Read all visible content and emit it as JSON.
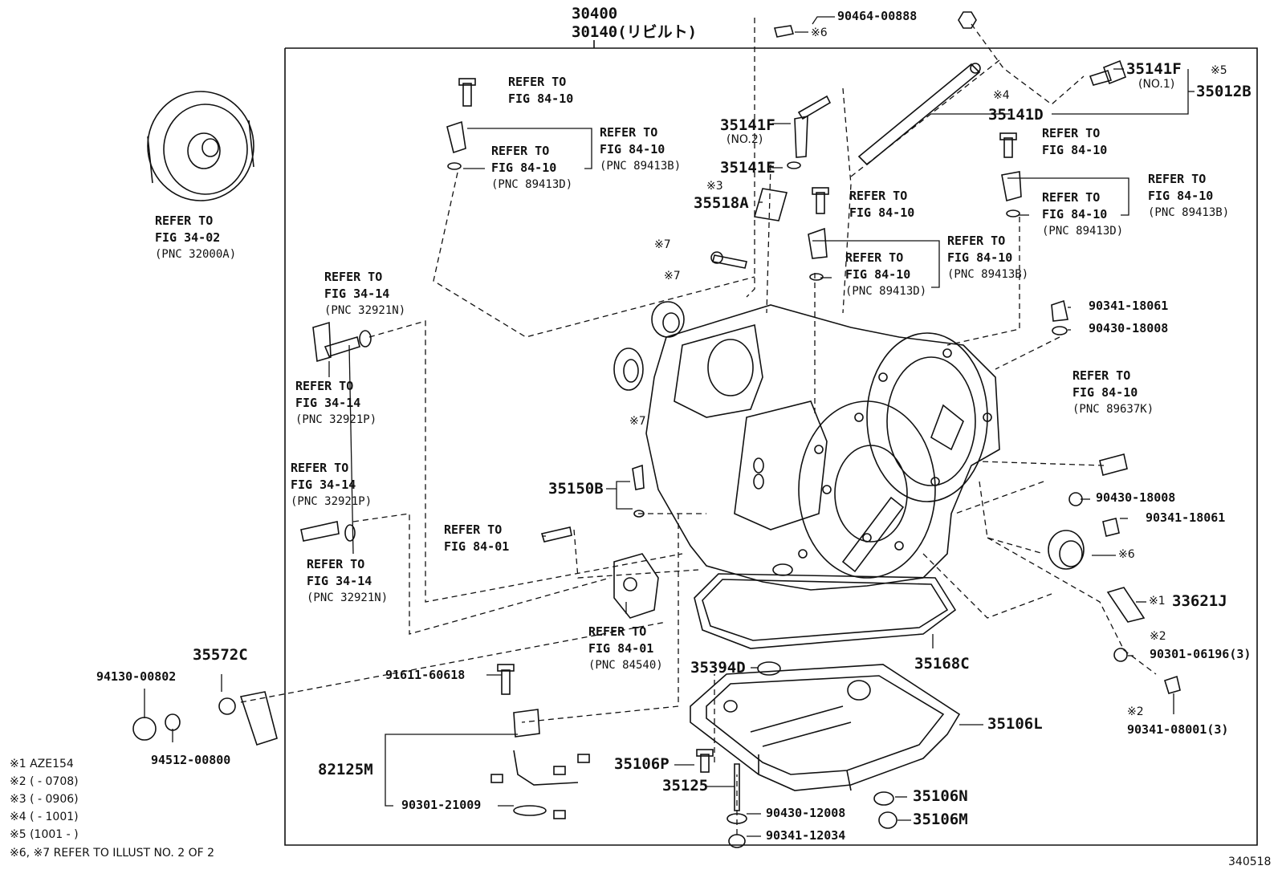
{
  "header": {
    "pnc_main": "30400",
    "pnc_rebuilt": "30140(リビルト)"
  },
  "refs": {
    "converter": [
      "REFER TO",
      "FIG 34-02",
      "(PNC 32000A)"
    ],
    "bolt_tl": [
      "REFER TO",
      "FIG 84-10"
    ],
    "sensor_tl_inner": [
      "REFER TO",
      "FIG 84-10",
      "(PNC 89413D)"
    ],
    "sensor_tl_outer": [
      "REFER TO",
      "FIG 84-10",
      "(PNC 89413B)"
    ],
    "hose_top": [
      "REFER TO",
      "FIG 34-14",
      "(PNC 32921N)"
    ],
    "hose_mid": [
      "REFER TO",
      "FIG 34-14",
      "(PNC 32921P)"
    ],
    "hose2_top": [
      "REFER TO",
      "FIG 34-14",
      "(PNC 32921P)"
    ],
    "hose2_bot": [
      "REFER TO",
      "FIG 34-14",
      "(PNC 32921N)"
    ],
    "bolt_c": [
      "REFER TO",
      "FIG 84-10"
    ],
    "sensor_c_inner": [
      "REFER TO",
      "FIG 84-10",
      "(PNC 89413D)"
    ],
    "sensor_c_outer": [
      "REFER TO",
      "FIG 84-10",
      "(PNC 89413B)"
    ],
    "bolt_r": [
      "REFER TO",
      "FIG 84-10"
    ],
    "sensor_r_inner": [
      "REFER TO",
      "FIG 84-10",
      "(PNC 89413D)"
    ],
    "sensor_r_outer": [
      "REFER TO",
      "FIG 84-10",
      "(PNC 89413B)"
    ],
    "switch_r": [
      "REFER TO",
      "FIG 84-10",
      "(PNC 89637K)"
    ],
    "bolt_l": [
      "REFER TO",
      "FIG 84-01"
    ],
    "valve_l": [
      "REFER TO",
      "FIG 84-01",
      "(PNC 84540)"
    ]
  },
  "parts": {
    "p90464": "90464-00888",
    "mark6": "※6",
    "p35141F_no1": "35141F",
    "mark5": "※5",
    "no1": "(NO.1)",
    "p35012B": "35012B",
    "mark4": "※4",
    "p35141D": "35141D",
    "p35141F_no2": "35141F",
    "no2": "(NO.2)",
    "p35141E": "35141E",
    "mark3": "※3",
    "p35518A": "35518A",
    "mark7a": "※7",
    "mark7b": "※7",
    "mark7c": "※7",
    "p35150B": "35150B",
    "p90341_18061a": "90341-18061",
    "p90430_18008a": "90430-18008",
    "p90430_18008b": "90430-18008",
    "p90341_18061b": "90341-18061",
    "mark6b": "※6",
    "mark1": "※1",
    "p33621J": "33621J",
    "mark2a": "※2",
    "p90301_06196": "90301-06196(3)",
    "mark2b": "※2",
    "p90341_08001": "90341-08001(3)",
    "p35572C": "35572C",
    "p94130": "94130-00802",
    "p94512": "94512-00800",
    "p91611": "91611-60618",
    "p35394D": "35394D",
    "p35168C": "35168C",
    "p35106L": "35106L",
    "p82125M": "82125M",
    "p35106P": "35106P",
    "p35125": "35125",
    "p90301_21009": "90301-21009",
    "p90430_12008": "90430-12008",
    "p35106N": "35106N",
    "p90341_12034": "90341-12034",
    "p35106M": "35106M"
  },
  "notes": [
    "※1 AZE154",
    "※2 (      - 0708)",
    "※3 (      - 0906)",
    "※4 (      - 1001)",
    "※5 (1001 -      )",
    "※6, ※7 REFER TO ILLUST NO. 2 OF 2"
  ],
  "illustration_id": "340518"
}
